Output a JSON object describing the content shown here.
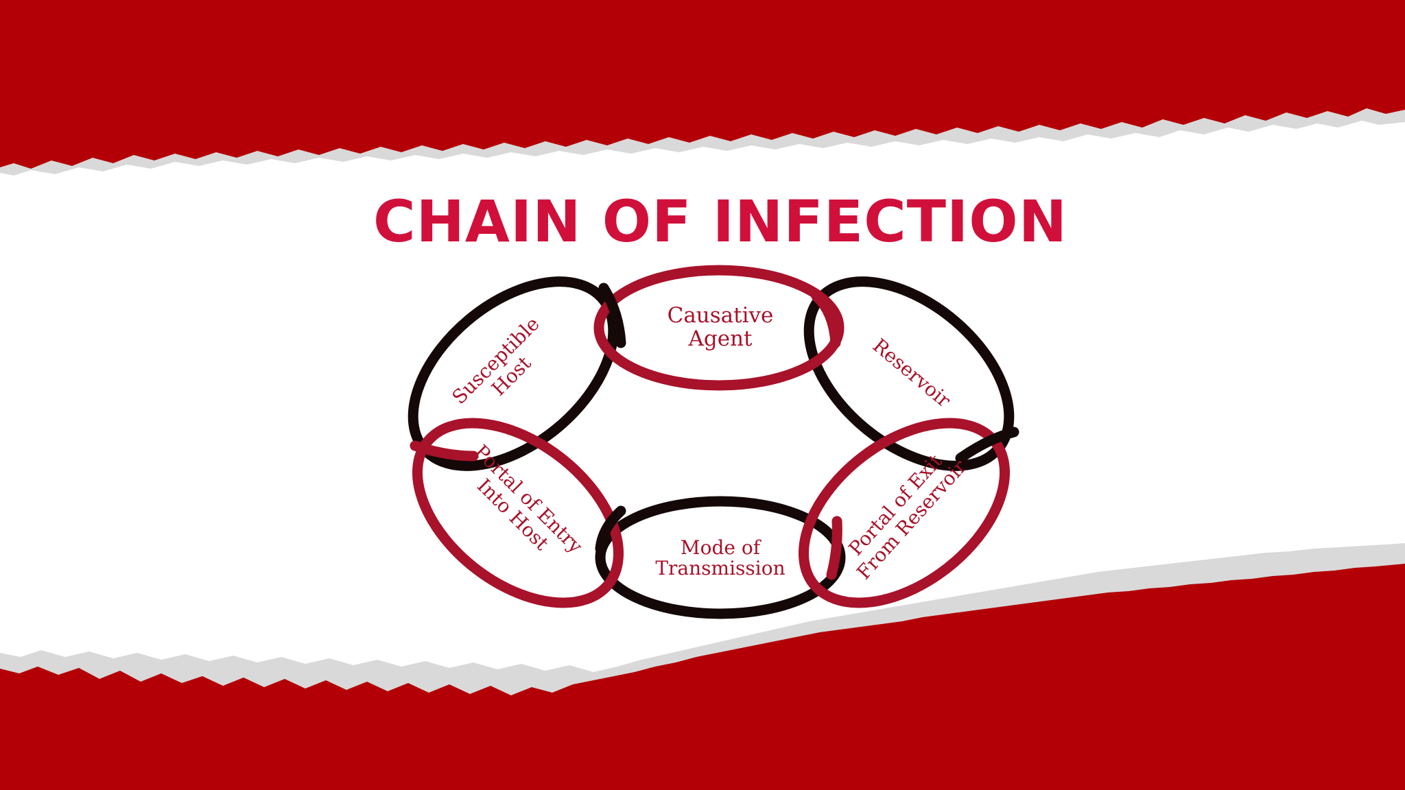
{
  "title": "CHAIN OF INFECTION",
  "colors": {
    "banner_red": "#B30006",
    "paper_white": "#FFFFFF",
    "paper_shadow": "#D9D9D9",
    "title_red": "#D0103A",
    "link_red": "#A8122A",
    "link_black": "#140808",
    "label_red": "#A8122A"
  },
  "links": [
    {
      "id": "causative-agent",
      "color": "red",
      "lines": [
        "Causative",
        "Agent"
      ]
    },
    {
      "id": "reservoir",
      "color": "black",
      "lines": [
        "Reservoir"
      ]
    },
    {
      "id": "portal-of-exit",
      "color": "red",
      "lines": [
        "Portal of Exit",
        "From Reservoir"
      ]
    },
    {
      "id": "mode-of-transmission",
      "color": "black",
      "lines": [
        "Mode of",
        "Transmission"
      ]
    },
    {
      "id": "portal-of-entry",
      "color": "red",
      "lines": [
        "Portal of Entry",
        "Into Host"
      ]
    },
    {
      "id": "susceptible-host",
      "color": "black",
      "lines": [
        "Susceptible",
        "Host"
      ]
    }
  ]
}
